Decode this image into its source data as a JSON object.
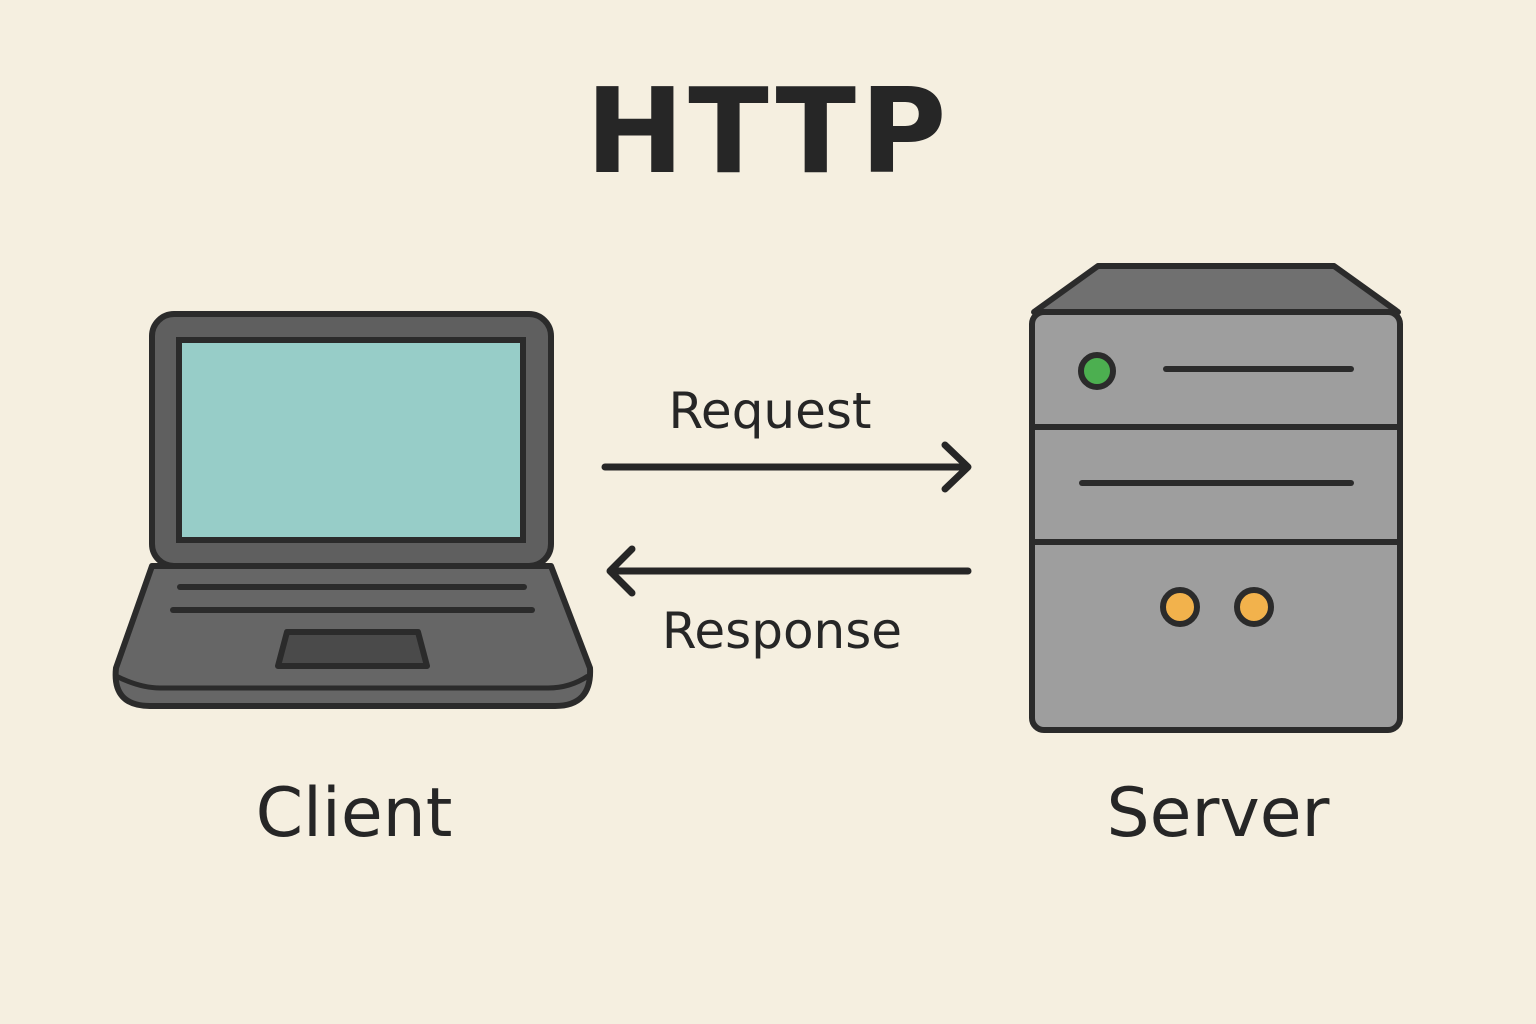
{
  "diagram": {
    "title": "HTTP",
    "nodes": {
      "client": {
        "label": "Client",
        "icon": "laptop-icon"
      },
      "server": {
        "label": "Server",
        "icon": "server-icon"
      }
    },
    "edges": {
      "request": {
        "label": "Request",
        "from": "client",
        "to": "server"
      },
      "response": {
        "label": "Response",
        "from": "server",
        "to": "client"
      }
    }
  },
  "colors": {
    "background": "#f5efe0",
    "outline": "#2b2b2b",
    "laptop_body": "#5f5f5f",
    "laptop_screen": "#97cdc8",
    "server_body": "#9e9e9e",
    "server_top": "#707070",
    "led_green": "#4caf50",
    "led_orange": "#f2b24c"
  }
}
